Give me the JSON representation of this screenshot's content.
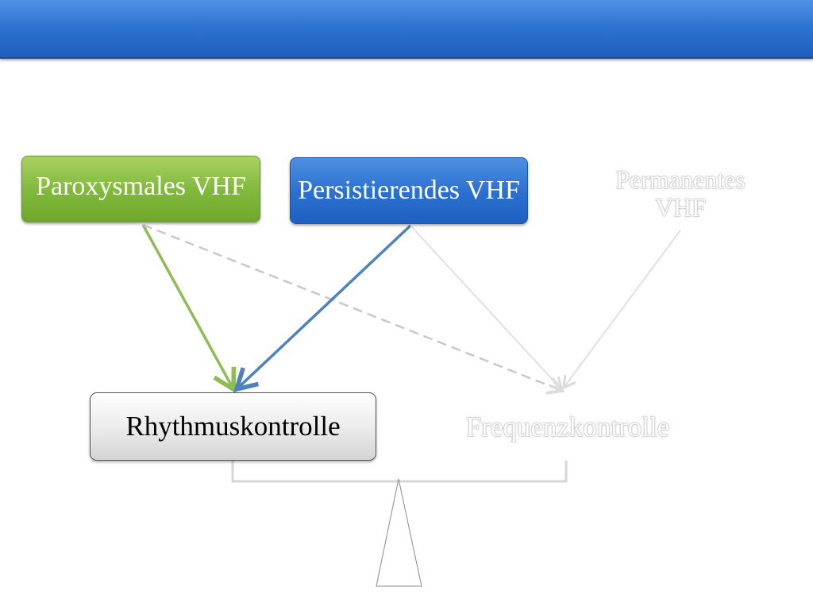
{
  "colors": {
    "header": "#2f74d2",
    "paroxysmal": "#8bc34a",
    "persistent": "#2a6fd0",
    "green_arrow": "#8fbc55",
    "blue_arrow": "#4f81bd"
  },
  "nodes": {
    "paroxysmal": "Paroxysmales VHF",
    "persistent": "Persistierendes VHF",
    "permanent": "Permanentes VHF",
    "rhythm_control": "Rhythmuskontrolle",
    "frequency_control": "Frequenzkontrolle"
  },
  "edges": [
    {
      "from": "paroxysmal",
      "to": "rhythm_control",
      "style": "solid",
      "color": "green"
    },
    {
      "from": "paroxysmal",
      "to": "frequency_control",
      "style": "dashed",
      "color": "gray"
    },
    {
      "from": "persistent",
      "to": "rhythm_control",
      "style": "solid",
      "color": "blue"
    },
    {
      "from": "persistent",
      "to": "frequency_control",
      "style": "solid",
      "color": "white"
    },
    {
      "from": "permanent",
      "to": "frequency_control",
      "style": "solid",
      "color": "white"
    }
  ]
}
